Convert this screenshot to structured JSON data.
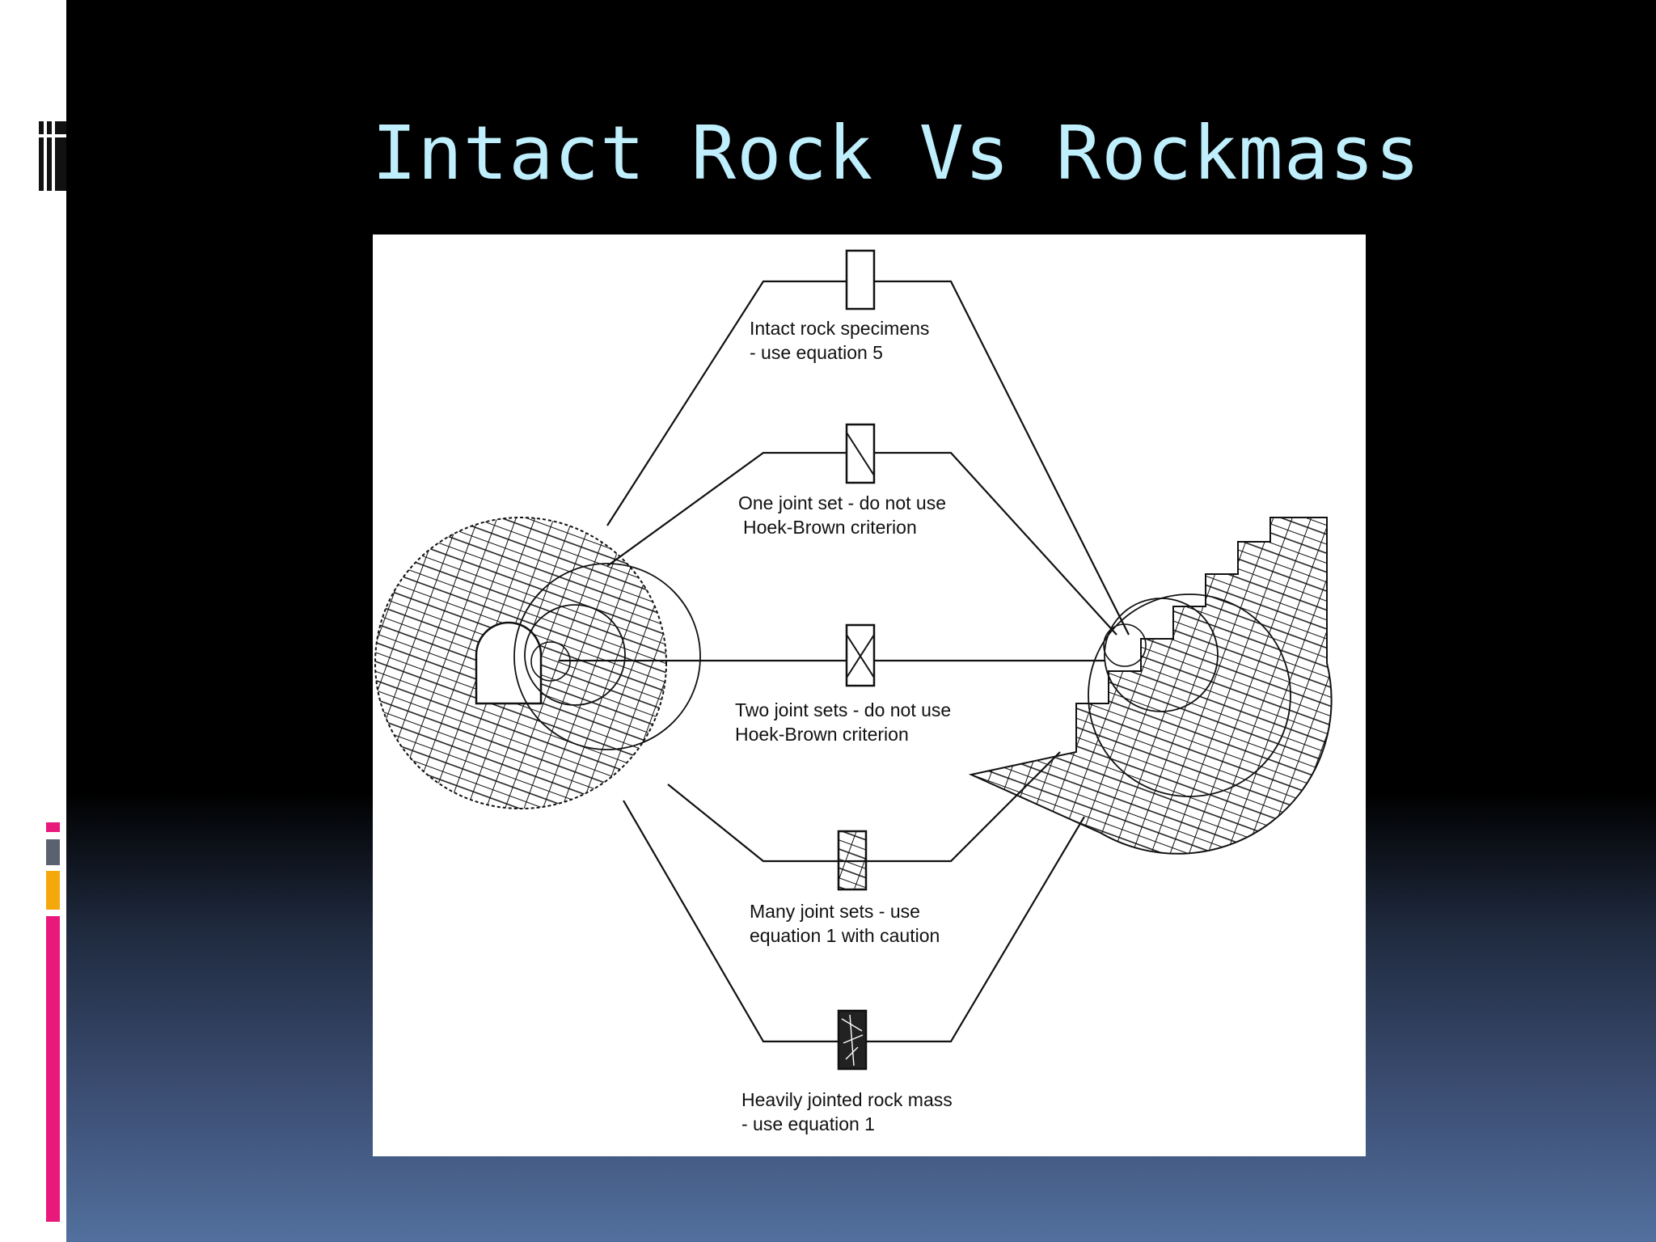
{
  "slide": {
    "title": "Intact Rock Vs Rockmass",
    "colors": {
      "title": "#bfeefc",
      "accent_pink": "#e8197a",
      "accent_orange": "#f5a80c",
      "accent_slate": "#5a6270"
    }
  },
  "diagram": {
    "labels": [
      {
        "id": "intact",
        "line1": "Intact rock specimens",
        "line2": "- use equation 5"
      },
      {
        "id": "one-joint",
        "line1": "One joint set - do not use",
        "line2": "Hoek-Brown criterion"
      },
      {
        "id": "two-joint",
        "line1": "Two joint sets - do not use",
        "line2": "Hoek-Brown criterion"
      },
      {
        "id": "many-joint",
        "line1": "Many joint sets - use",
        "line2": "equation 1 with caution"
      },
      {
        "id": "heavily-jointed",
        "line1": "Heavily jointed rock mass",
        "line2": "- use equation 1"
      }
    ]
  }
}
